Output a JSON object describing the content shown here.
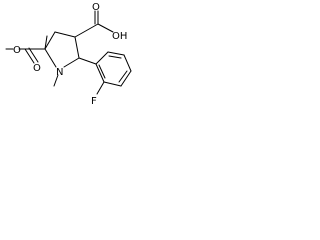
{
  "molecule": {
    "atoms": {
      "methyl_ester_label": "O",
      "ester_carbonyl_O": "O",
      "ester_O": "O",
      "ring_N": "N",
      "acid_carbonyl_O": "O",
      "acid_OH": "OH",
      "fluorine": "F"
    }
  }
}
